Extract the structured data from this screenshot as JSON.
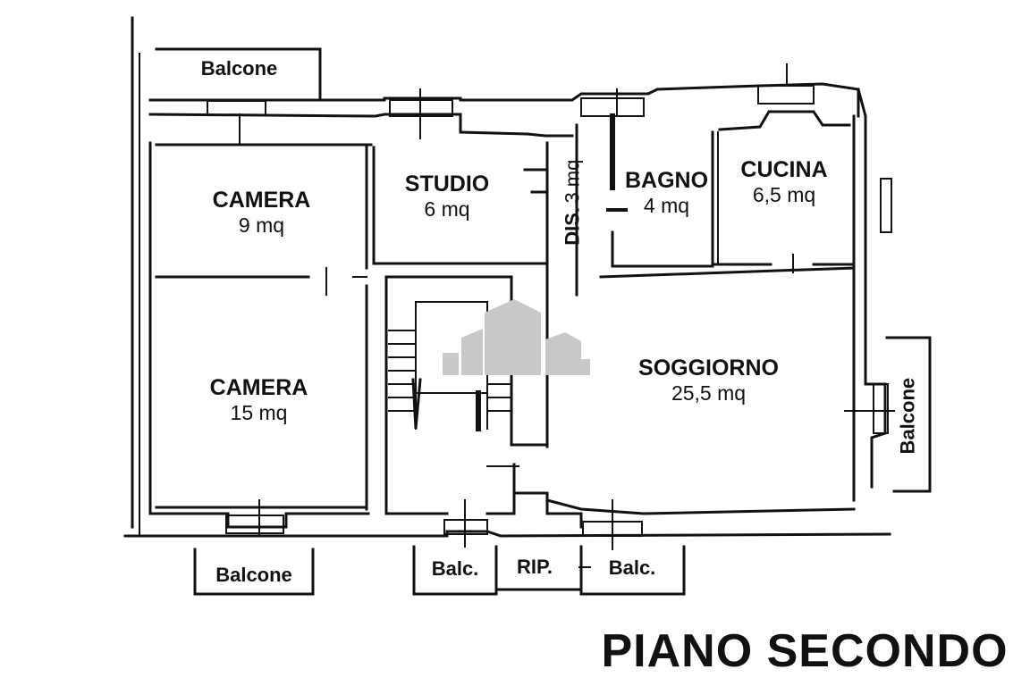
{
  "title": "PIANO SECONDO",
  "rooms": {
    "camera1": {
      "name": "CAMERA",
      "area": "9 mq"
    },
    "studio": {
      "name": "STUDIO",
      "area": "6 mq"
    },
    "dis": {
      "name": "DIS.",
      "area": "3 mq"
    },
    "bagno": {
      "name": "BAGNO",
      "area": "4 mq"
    },
    "cucina": {
      "name": "CUCINA",
      "area": "6,5 mq"
    },
    "camera2": {
      "name": "CAMERA",
      "area": "15 mq"
    },
    "soggiorno": {
      "name": "SOGGIORNO",
      "area": "25,5 mq"
    }
  },
  "outdoor": {
    "balcone_top": "Balcone",
    "balcone_right": "Balcone",
    "balcone_bottom": "Balcone",
    "balc_a": "Balc.",
    "rip": "RIP.",
    "balc_b": "Balc."
  },
  "colors": {
    "line": "#111111",
    "watermark": "#c8c8c8"
  }
}
